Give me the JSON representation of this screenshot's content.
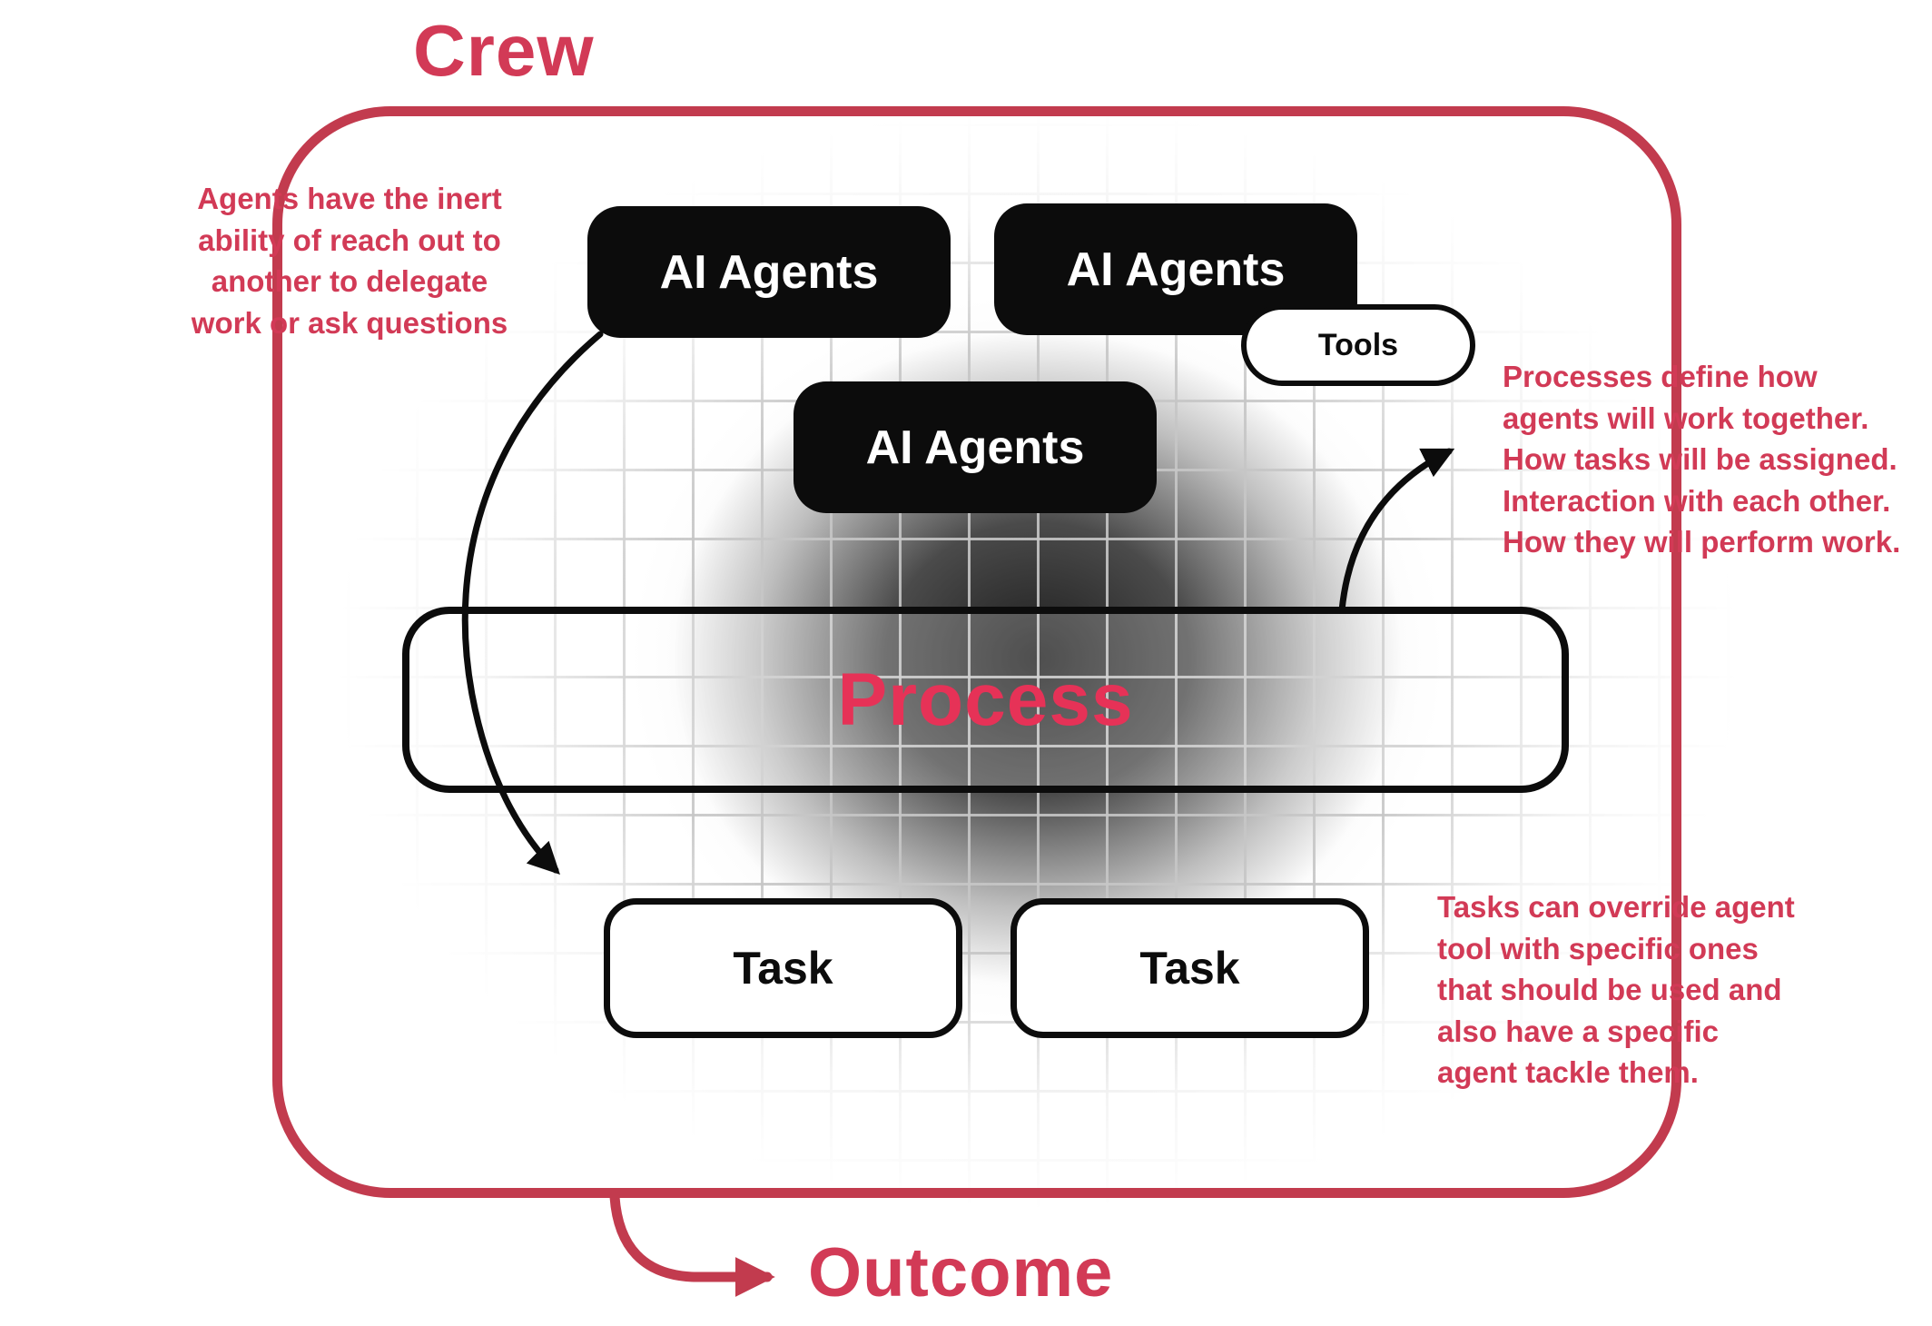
{
  "title": "Crew",
  "outcome": {
    "label": "Outcome"
  },
  "boxes": {
    "agent1": "AI Agents",
    "agent2": "AI Agents",
    "agent3": "AI Agents",
    "tools": "Tools",
    "process": "Process",
    "task1": "Task",
    "task2": "Task"
  },
  "annotations": {
    "left": "Agents have the inert\nability of reach out to\nanother to delegate\nwork or ask questions",
    "right_top": "Processes define how\nagents will work together.\nHow tasks will be assigned.\nInteraction with each other.\nHow they will perform work.",
    "right_bottom": "Tasks can override agent\ntool with specific ones\nthat should be used and\nalso have a specific\nagent tackle them."
  },
  "colors": {
    "accent": "#d23a56",
    "outline": "#c23b4e",
    "process_text": "#e63257",
    "box_black": "#0c0c0c",
    "grid_line": "#c6c6c6"
  },
  "icons": {
    "delegation_arrow": "curved-arrow-down",
    "process_arrow": "curved-arrow-up-right",
    "outcome_arrow": "curved-arrow-right"
  }
}
